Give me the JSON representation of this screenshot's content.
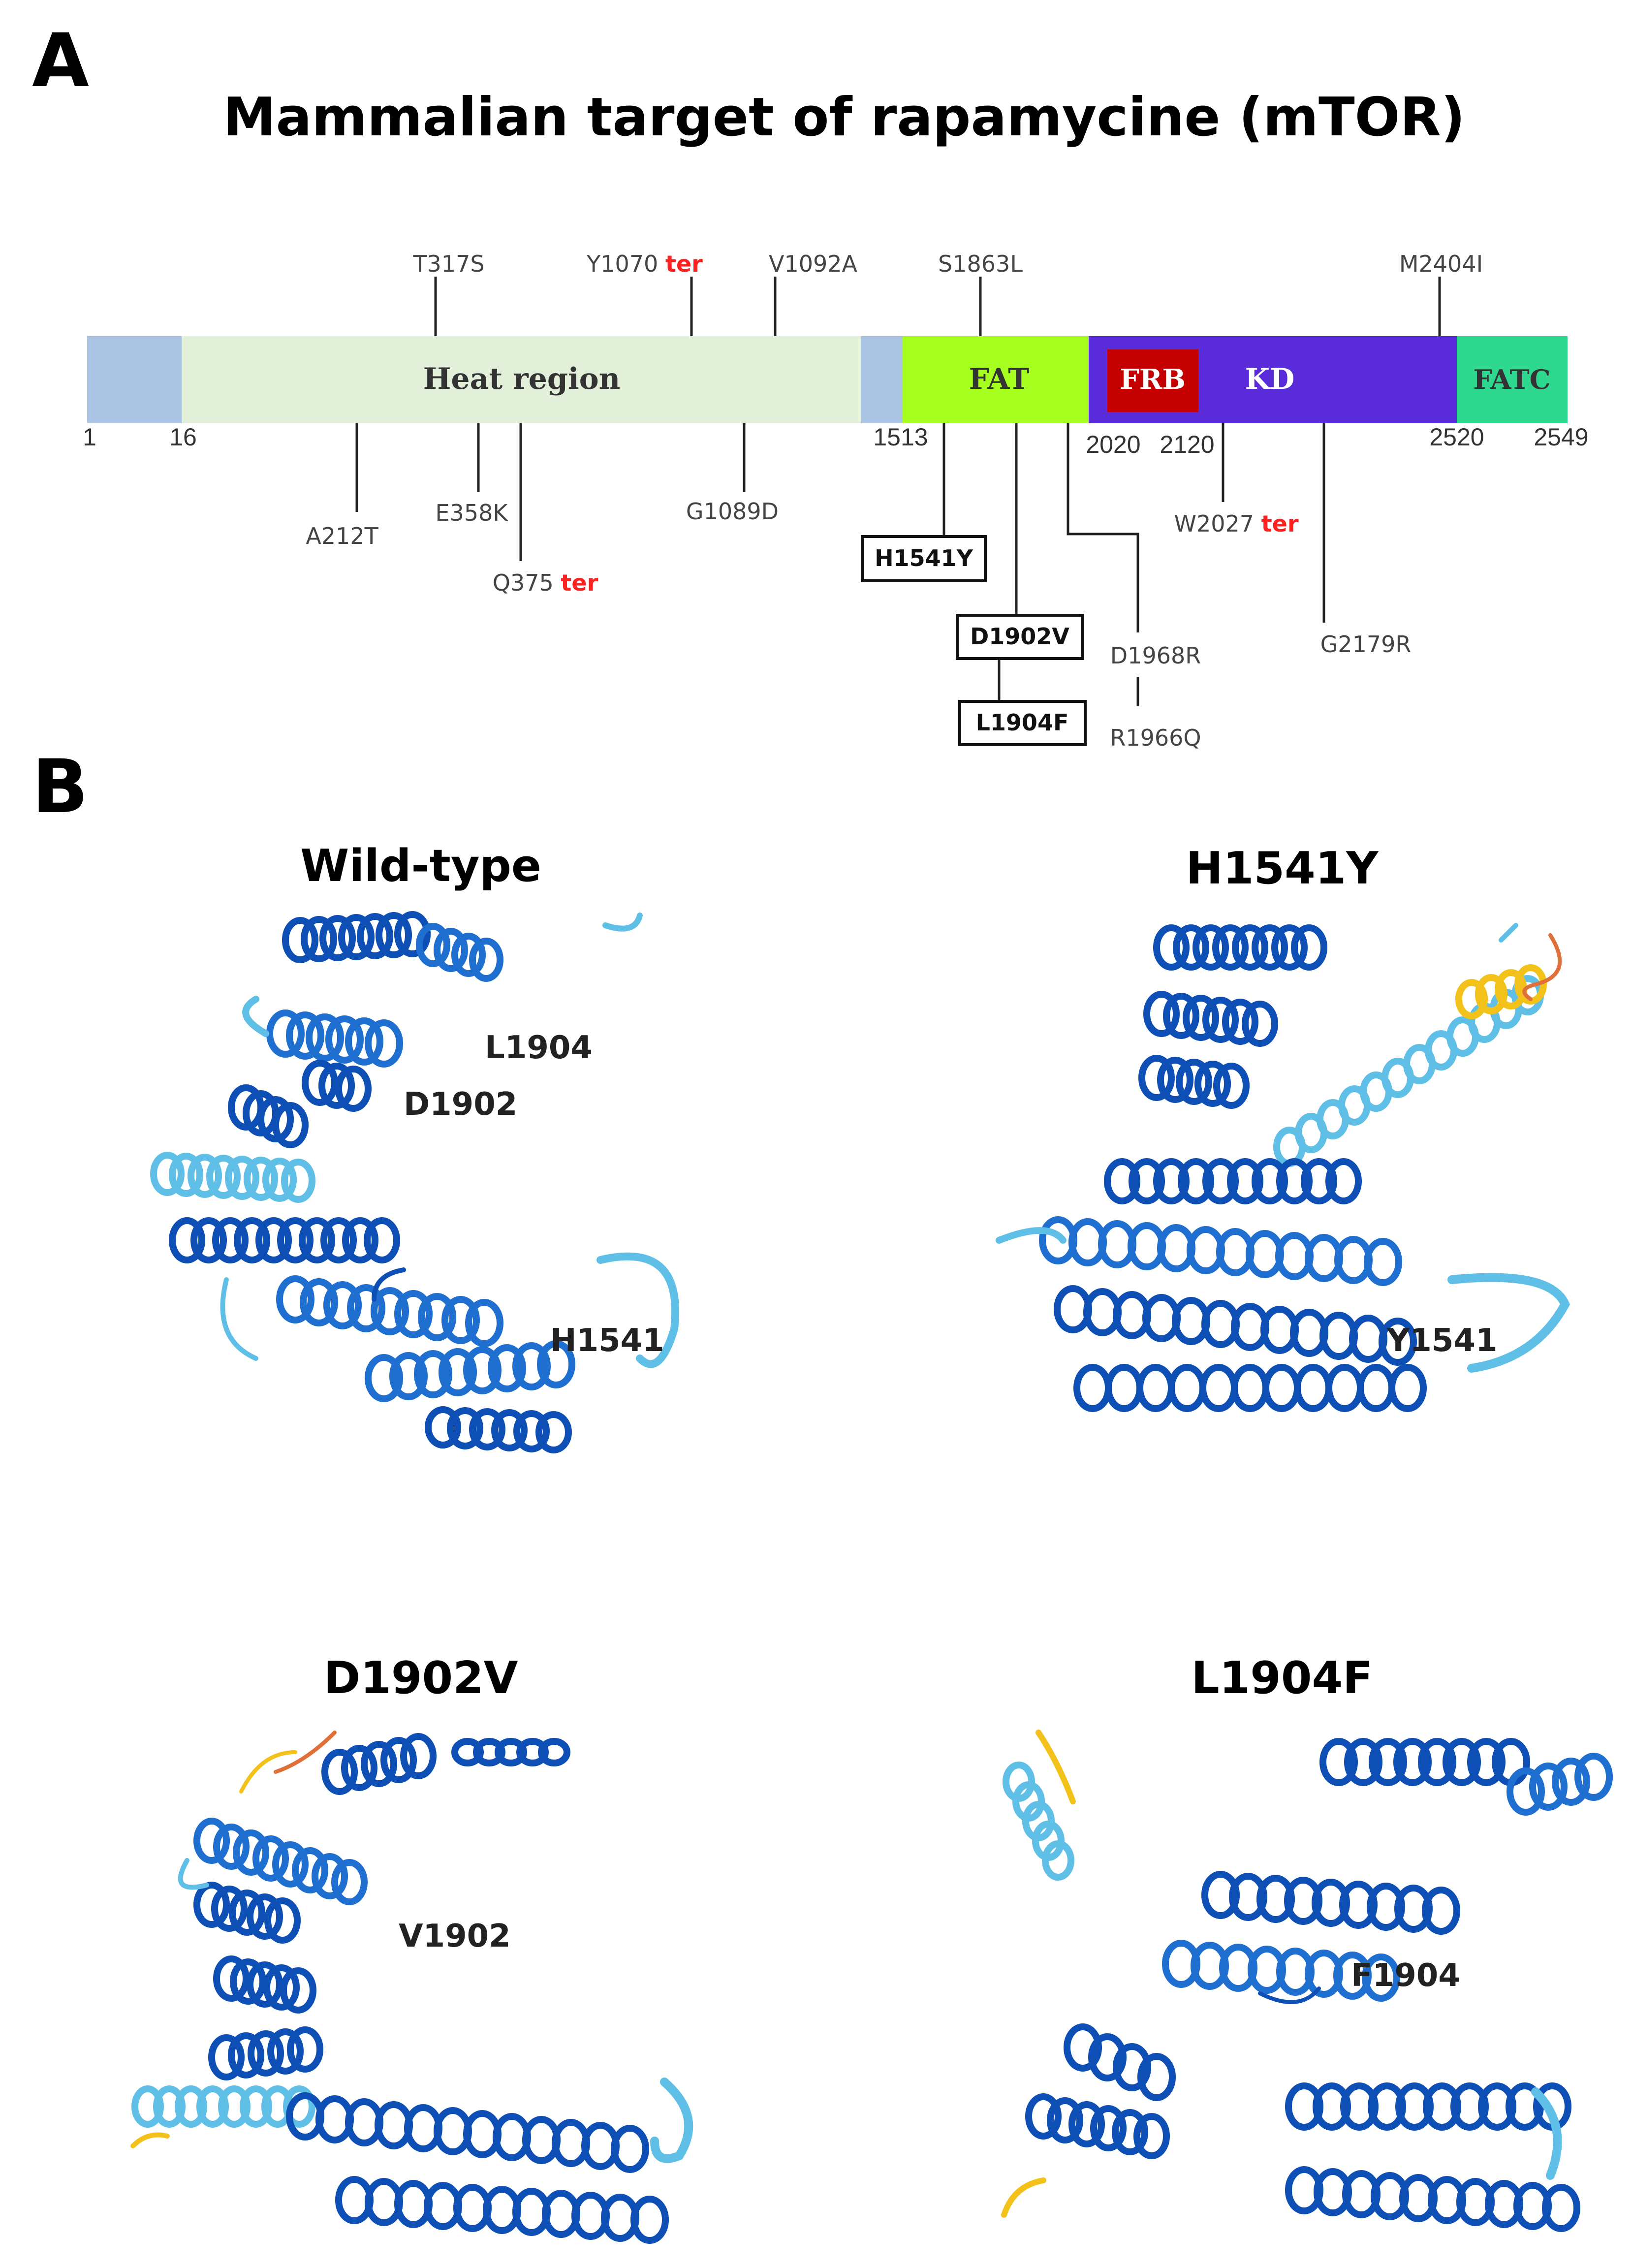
{
  "panel_a": {
    "panel_letter": "A",
    "title": "Mammalian target of rapamycine (mTOR)",
    "domains": {
      "heat": "Heat region",
      "fat": "FAT",
      "frb": "FRB",
      "kd": "KD",
      "fatc": "FATC"
    },
    "positions": {
      "p1": "1",
      "p16": "16",
      "p1513": "1513",
      "p2020": "2020",
      "p2120": "2120",
      "p2520": "2520",
      "p2549": "2549"
    },
    "mutations_above": {
      "t317s": "T317S",
      "y1070": "Y1070",
      "v1092a": "V1092A",
      "s1863l": "S1863L",
      "m2404i": "M2404I"
    },
    "mutations_below": {
      "a212t": "A212T",
      "e358k": "E358K",
      "q375": "Q375",
      "g1089d": "G1089D",
      "w2027": "W2027",
      "d1968r": "D1968R",
      "r1966q": "R1966Q",
      "g2179r": "G2179R"
    },
    "boxed_mutations": {
      "h1541y": "H1541Y",
      "d1902v": "D1902V",
      "l1904f": "L1904F"
    },
    "ter_label": "ter",
    "colors": {
      "light_blue": "#a9c3e3",
      "heat": "#e2efd9",
      "fat": "#a6ff1f",
      "frb": "#c40000",
      "kd": "#5a2bd9",
      "fatc": "#2ed98f",
      "ter": "#ff2020"
    }
  },
  "panel_b": {
    "panel_letter": "B",
    "structures": {
      "wild_type": {
        "title": "Wild-type",
        "res_a": "L1904",
        "res_b": "D1902",
        "res_c": "H1541"
      },
      "h1541y": {
        "title": "H1541Y",
        "res_a": "Y1541"
      },
      "d1902v": {
        "title": "D1902V",
        "res_a": "V1902"
      },
      "l1904f": {
        "title": "L1904F",
        "res_a": "F1904"
      }
    },
    "colors": {
      "dark_blue": "#0d4fb5",
      "mid_blue": "#1f6fd0",
      "light_blue": "#5fbfe6",
      "yellow": "#f2c21a",
      "orange": "#e0703a"
    }
  }
}
